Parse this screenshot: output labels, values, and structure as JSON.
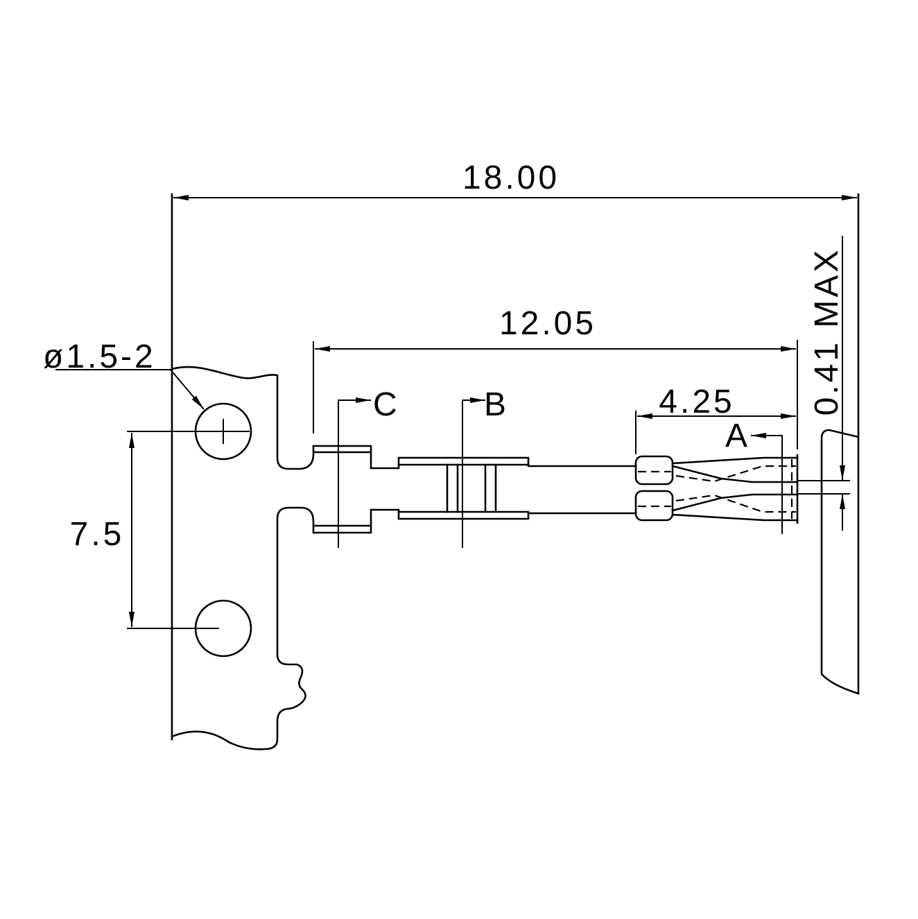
{
  "dimensions": {
    "overall_length": "18.00",
    "contact_length": "12.05",
    "receptacle_length": "4.25",
    "pitch": "7.5",
    "hole_diameter": "ø1.5-2",
    "thickness": "0.41 MAX"
  },
  "section_markers": {
    "a": "A",
    "b": "B",
    "c": "C"
  }
}
